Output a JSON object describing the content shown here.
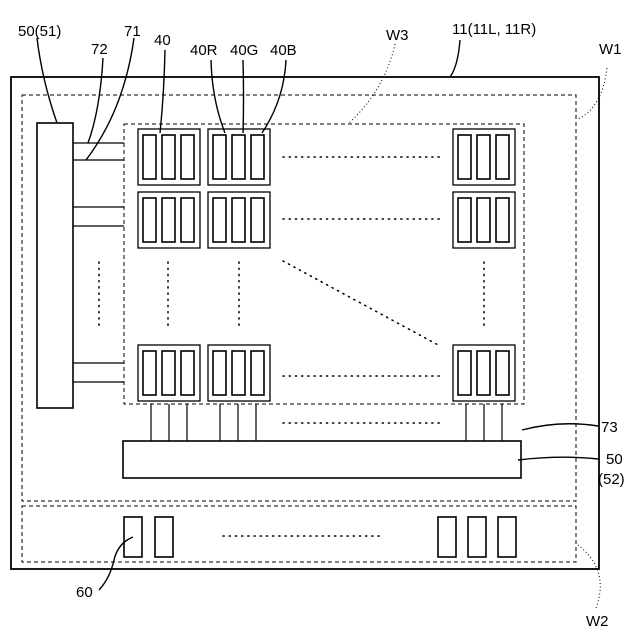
{
  "labels": {
    "driver_left": "50(51)",
    "wire_72": "72",
    "wire_71": "71",
    "pixel": "40",
    "sub_r": "40R",
    "sub_g": "40G",
    "sub_b": "40B",
    "region_w3": "W3",
    "panel": "11(11L, 11R)",
    "region_w1": "W1",
    "wire_73": "73",
    "driver_bottom_line1": "50",
    "driver_bottom_line2": "(52)",
    "terminal": "60",
    "region_w2": "W2"
  },
  "pixel_grid": {
    "rows_shown": 3,
    "cols_shown": 3,
    "subpixels_per_pixel": 3
  },
  "terminals": {
    "left_group": 2,
    "right_group": 3
  }
}
